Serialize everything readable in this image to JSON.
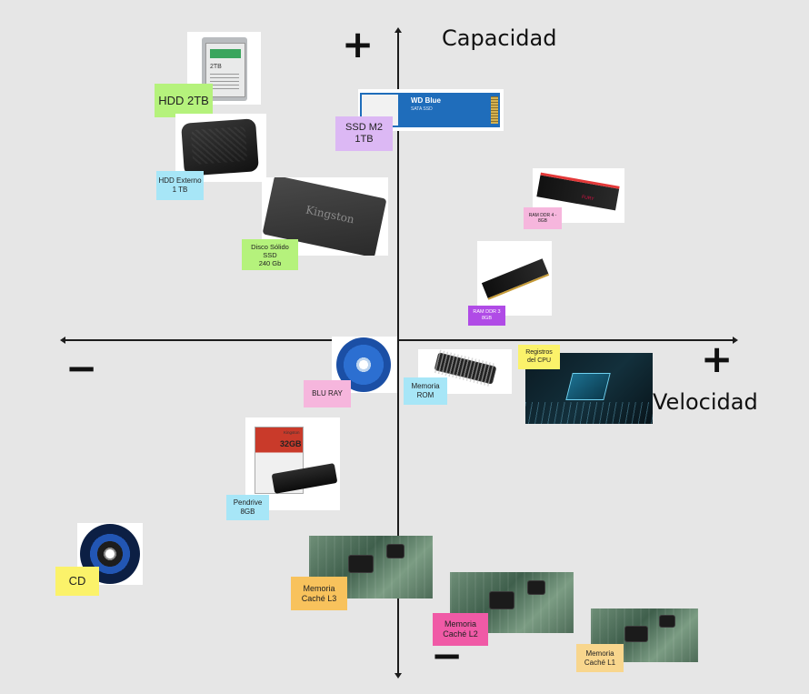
{
  "axes": {
    "y_plus_sign": "+",
    "y_minus_sign": "−",
    "x_plus_sign": "+",
    "x_minus_sign": "−",
    "y_title": "Capacidad",
    "x_title": "Velocidad"
  },
  "items": {
    "hdd_2tb": "HDD 2TB",
    "ssd_m2": "SSD M2 1TB",
    "hdd_externo": "HDD Externo\n1 TB",
    "ssd_240": "Disco Sólido SSD\n240 Gb",
    "ram_ddr4": "RAM DDR 4 - 8GB",
    "ram_ddr3": "RAM DDR 3\n8GB",
    "blu_ray": "BLU RAY",
    "memoria_rom": "Memoria\nROM",
    "registros_cpu": "Registros\ndel CPU",
    "pendrive": "Pendrive\n8GB",
    "cd": "CD",
    "cache_l3": "Memoria\nCaché L3",
    "cache_l2": "Memoria\nCaché L2",
    "cache_l1": "Memoria\nCaché L1"
  },
  "photo_text": {
    "wd_brand": "WD Blue",
    "wd_sub": "SATA SSD",
    "kingston": "Kingston",
    "hdd_cap": "2TB",
    "kingston_small": "Kingston",
    "pendrive_cap": "32GB",
    "fury": "FURY"
  },
  "colors": {
    "sticky_green": "#b5f27c",
    "sticky_violet": "#dcb8f4",
    "sticky_cyan": "#a7e6f7",
    "sticky_pink": "#f6b6dd",
    "sticky_purple": "#b04be6",
    "sticky_yellow": "#fbf26a",
    "sticky_orange": "#f8c25c",
    "sticky_hotpink": "#f05aa6",
    "sticky_peach": "#f8d68d"
  }
}
